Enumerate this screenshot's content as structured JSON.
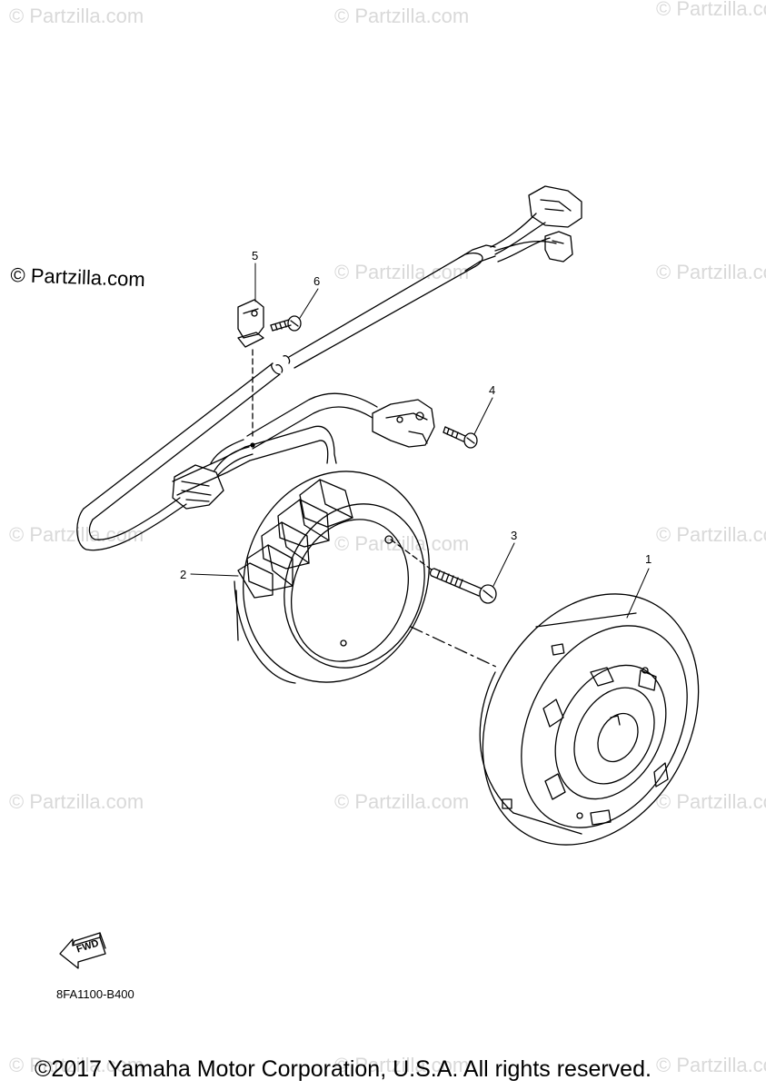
{
  "watermark": {
    "text": "© Partzilla.com",
    "main_text": "© Partzilla.com"
  },
  "callouts": [
    {
      "id": "1",
      "label": "1"
    },
    {
      "id": "2",
      "label": "2"
    },
    {
      "id": "3",
      "label": "3"
    },
    {
      "id": "4",
      "label": "4"
    },
    {
      "id": "5",
      "label": "5"
    },
    {
      "id": "6",
      "label": "6"
    }
  ],
  "fwd_label": "FWD",
  "diagram_code": "8FA1100-B400",
  "copyright": "©2017 Yamaha Motor Corporation, U.S.A. All rights reserved."
}
